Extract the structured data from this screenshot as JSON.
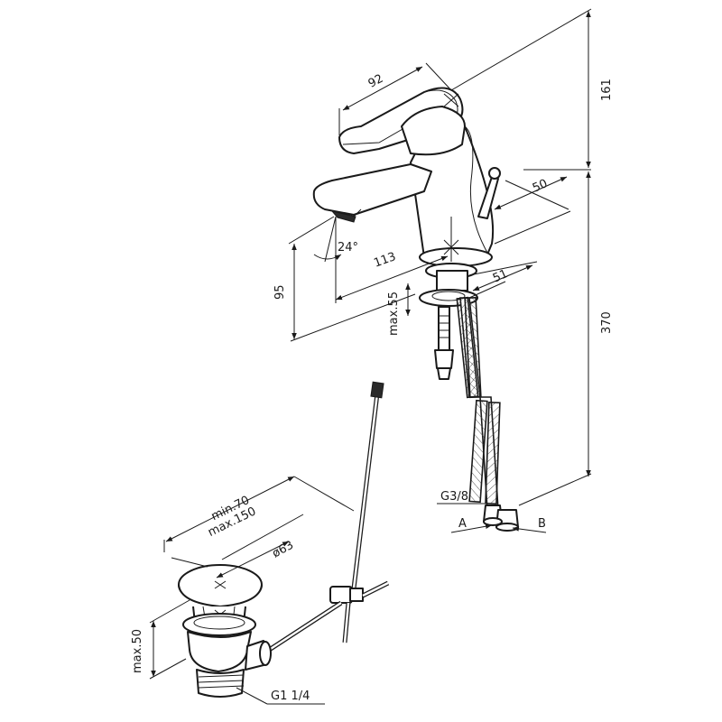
{
  "dimensions": {
    "handle_length": "92",
    "upper_height": "161",
    "base_depth": "50",
    "total_height": "370",
    "spout_angle": "24°",
    "spout_reach": "113",
    "spout_height": "95",
    "base_diameter": "51",
    "max_mount": "max.55",
    "pipe_range_min": "min.70",
    "pipe_range_max": "max.150",
    "plug_diameter": "ø63",
    "max_waste": "max.50"
  },
  "labels": {
    "hose_thread": "G3/8",
    "hose_a": "A",
    "hose_b": "B",
    "waste_thread": "G1 1/4"
  }
}
